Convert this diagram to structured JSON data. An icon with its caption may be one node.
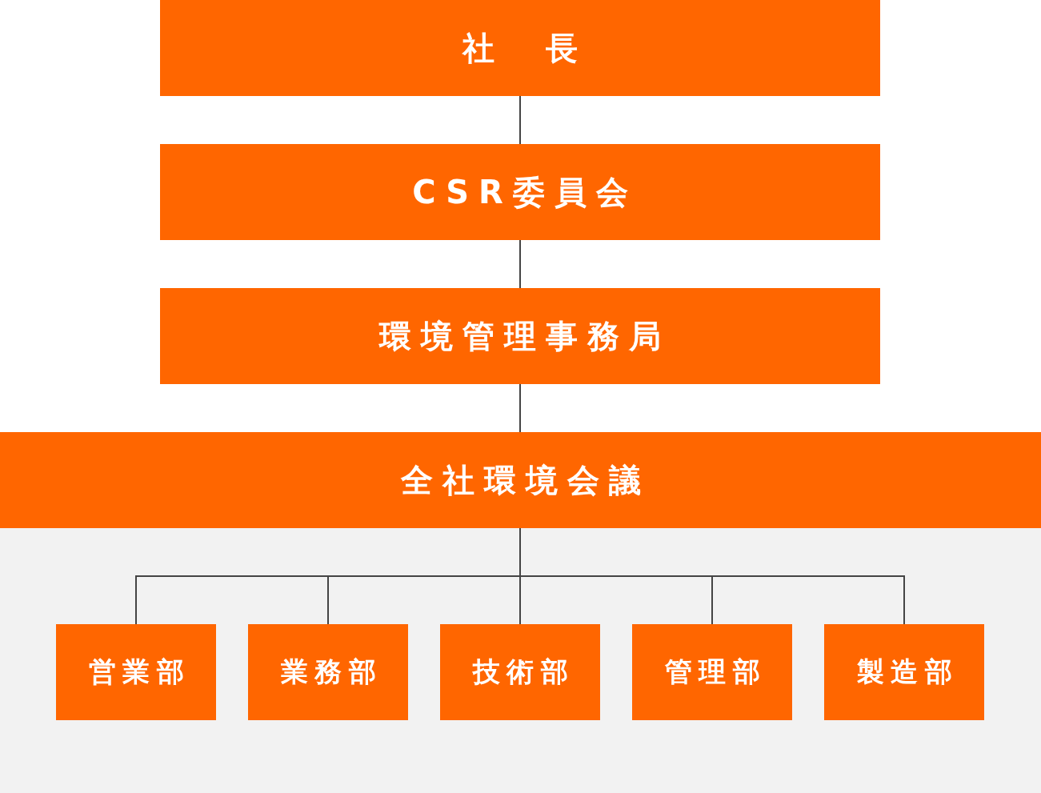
{
  "diagram": {
    "nodes": [
      {
        "text": [
          "社　長"
        ]
      },
      {
        "text": [
          "CSR委員会"
        ]
      },
      {
        "text": [
          "環境管理事務局"
        ]
      },
      {
        "text": [
          "全社環境会議"
        ]
      },
      {
        "text": [
          "営業部"
        ]
      },
      {
        "text": [
          "業務部"
        ]
      },
      {
        "text": [
          "技術部"
        ]
      },
      {
        "text": [
          "管理部"
        ]
      },
      {
        "text": [
          "製造部"
        ]
      }
    ],
    "edges": [
      {
        "from": 0,
        "to": 1,
        "arrow": "none"
      },
      {
        "from": 1,
        "to": 2,
        "arrow": "none"
      },
      {
        "from": 2,
        "to": 3,
        "arrow": "none"
      },
      {
        "from": 3,
        "to": 4,
        "arrow": "none"
      },
      {
        "from": 3,
        "to": 5,
        "arrow": "none"
      },
      {
        "from": 3,
        "to": 6,
        "arrow": "none"
      },
      {
        "from": 3,
        "to": 7,
        "arrow": "none"
      },
      {
        "from": 3,
        "to": 8,
        "arrow": "none"
      }
    ]
  }
}
